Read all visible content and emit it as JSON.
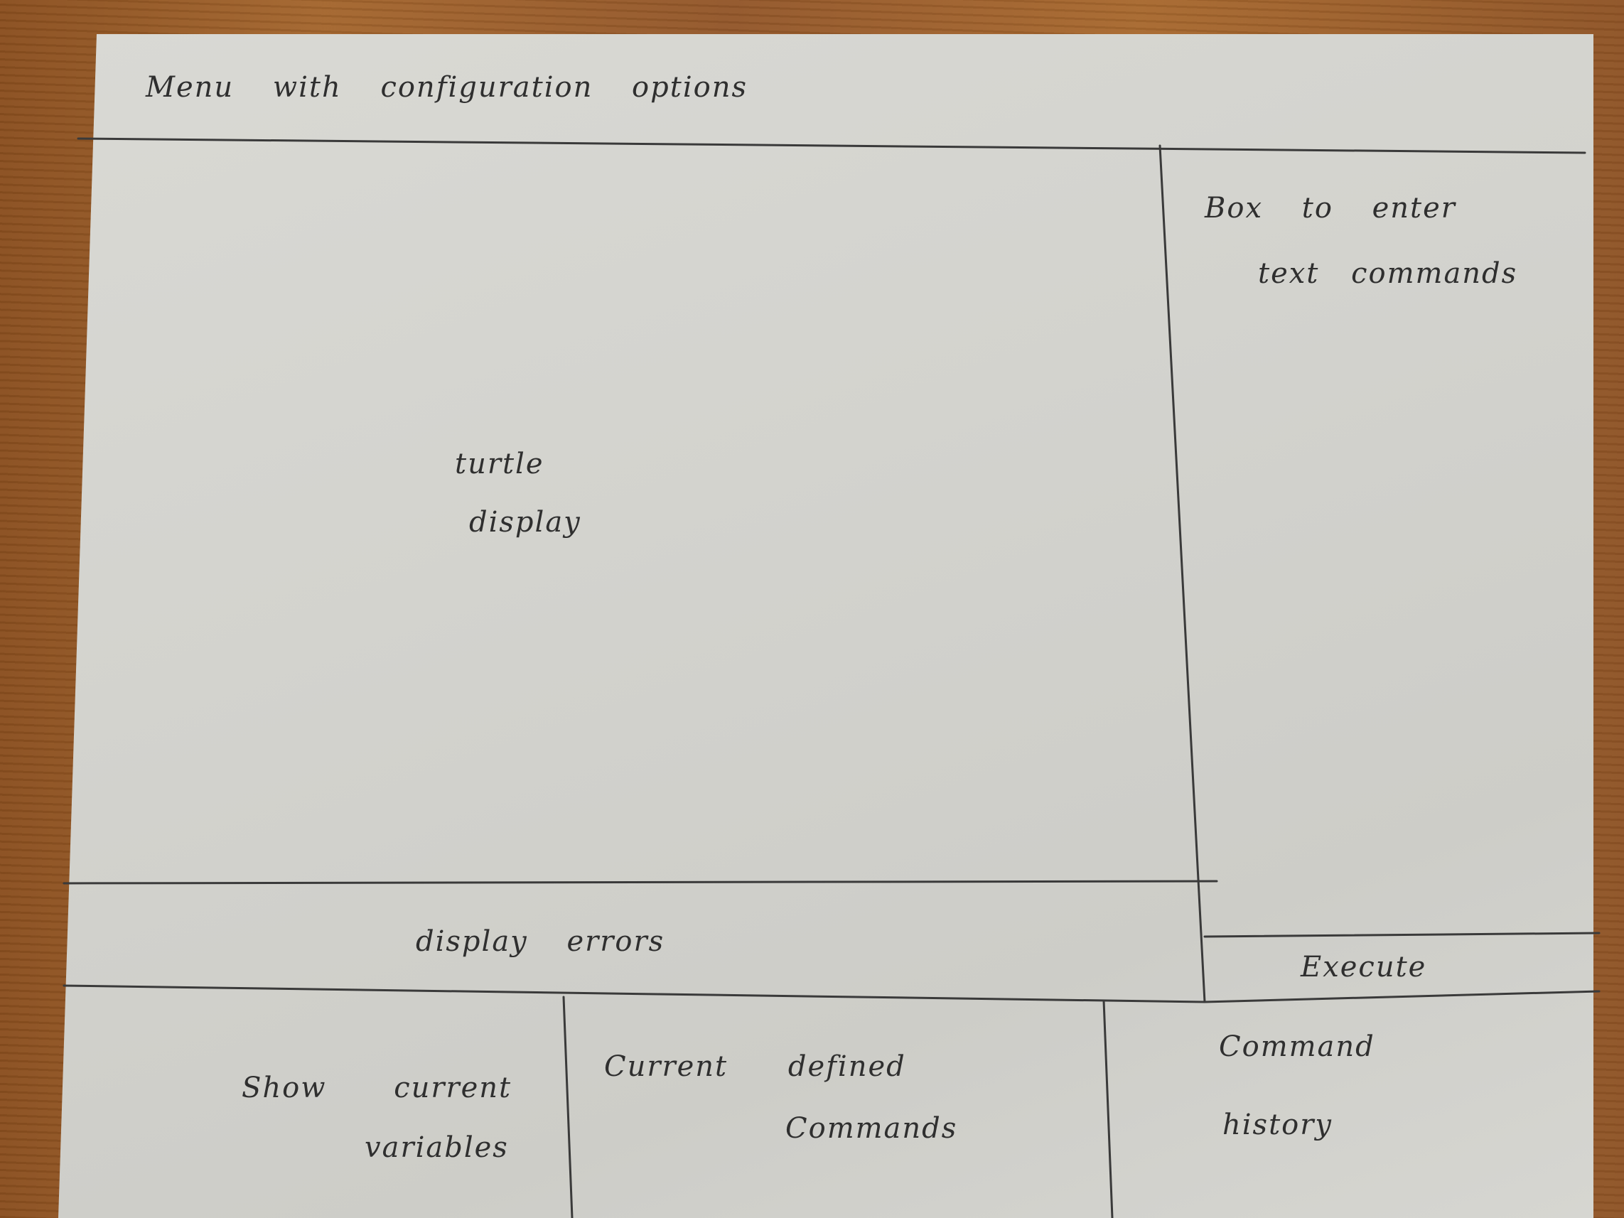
{
  "menu": {
    "label": "Menu with configuration options"
  },
  "display": {
    "line1": "turtle",
    "line2": "display"
  },
  "command_box": {
    "line1": "Box to enter",
    "line2": "text commands"
  },
  "errors": {
    "label": "display errors"
  },
  "execute": {
    "label": "Execute"
  },
  "variables": {
    "line1": "Show current",
    "line2": "variables"
  },
  "defined_commands": {
    "line1": "Current defined",
    "line2": "Commands"
  },
  "history": {
    "line1": "Command",
    "line2": "history"
  }
}
